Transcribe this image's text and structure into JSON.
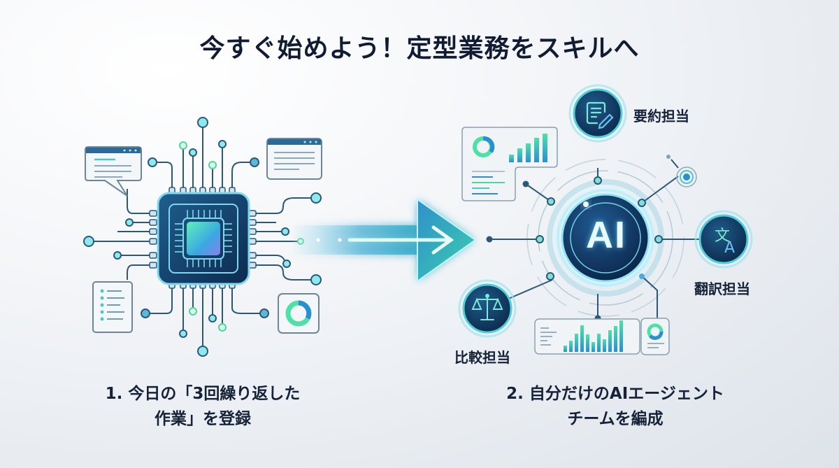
{
  "title": "今すぐ始めよう！定型業務をスキルへ",
  "step1": {
    "line1": "1. 今日の「3回繰り返した",
    "line2": "作業」を登録",
    "illustration": "chip-icon"
  },
  "step2": {
    "line1": "2. 自分だけのAIエージェント",
    "line2": "チームを編成",
    "illustration": "ai-hub-icon"
  },
  "hub": {
    "label": "AI"
  },
  "agents": [
    {
      "label": "要約担当",
      "icon": "document-edit-icon"
    },
    {
      "label": "翻訳担当",
      "icon": "translate-icon"
    },
    {
      "label": "比較担当",
      "icon": "balance-scale-icon"
    }
  ],
  "colors": {
    "navy": "#0f2f57",
    "teal": "#2ab6c8",
    "green": "#4fe0a8",
    "blue": "#2a8fd0",
    "line": "#2a5876",
    "text": "#111c33"
  }
}
